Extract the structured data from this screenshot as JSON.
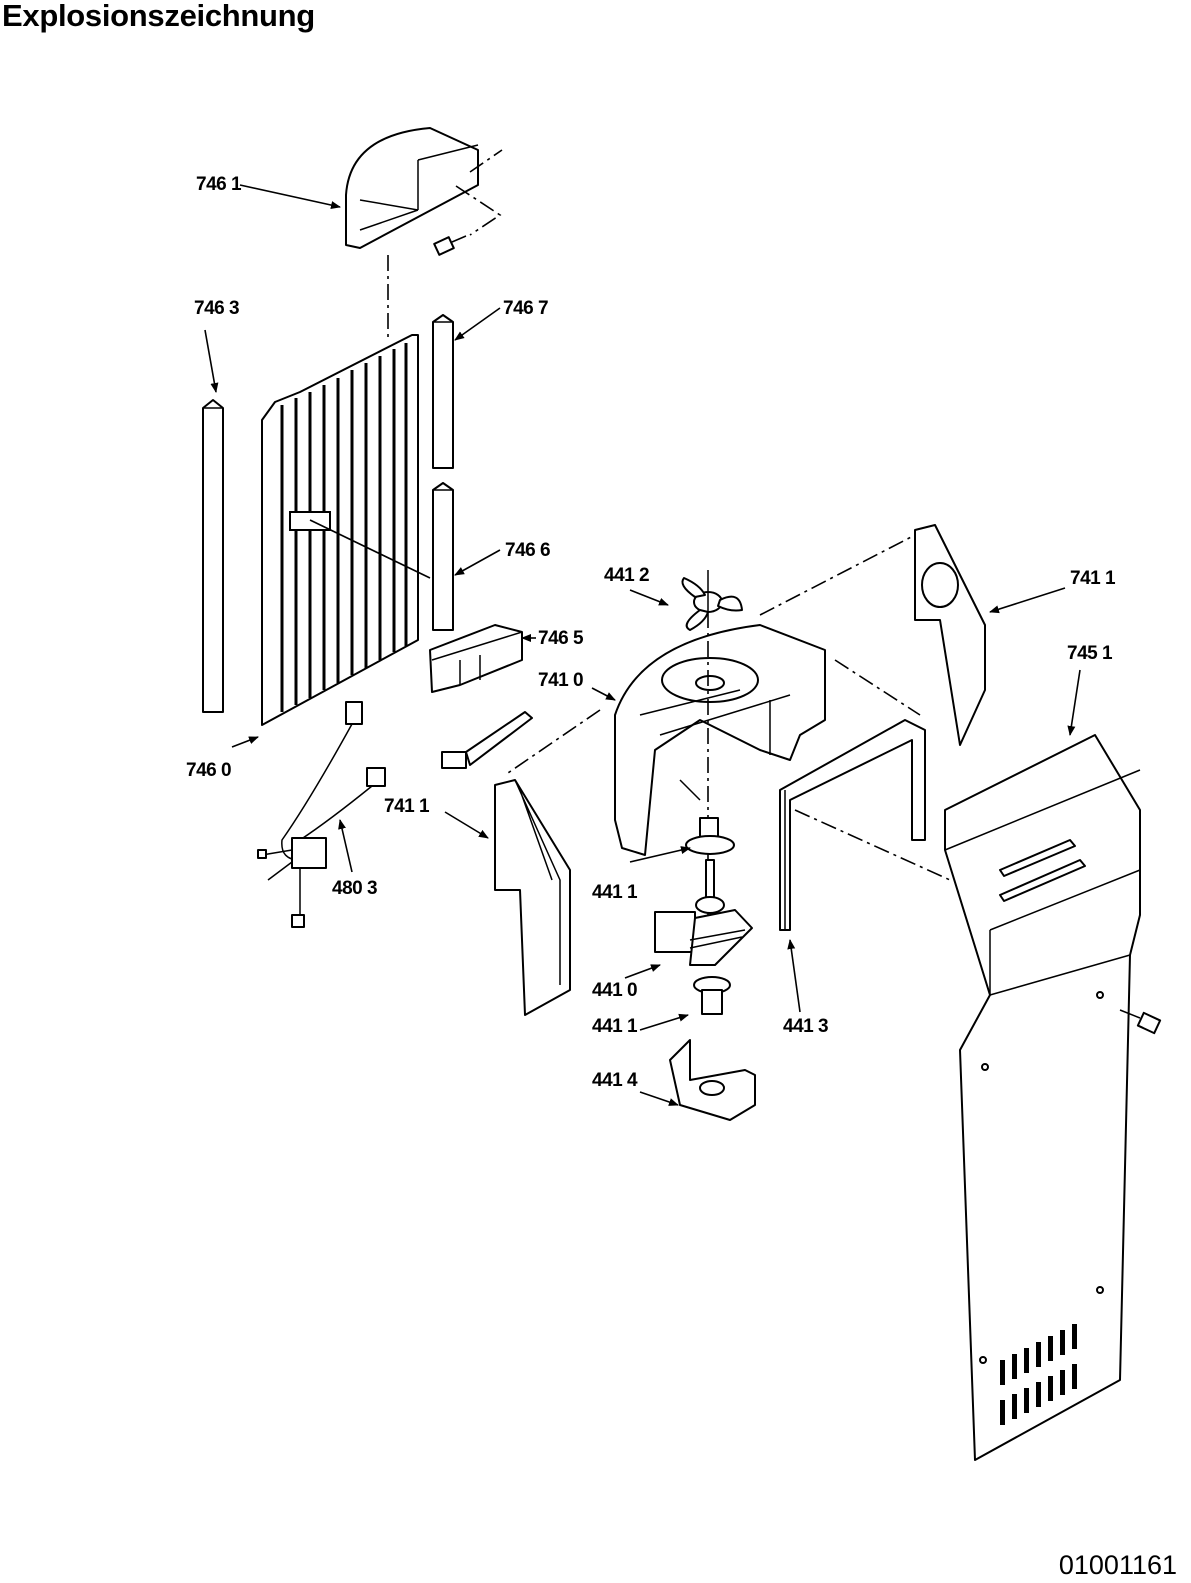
{
  "header": {
    "title": "Explosionszeichnung"
  },
  "footer": {
    "document_number": "01001161"
  },
  "labels": [
    {
      "id": "7461",
      "text": "746 1"
    },
    {
      "id": "7463",
      "text": "746 3"
    },
    {
      "id": "7467",
      "text": "746 7"
    },
    {
      "id": "7466",
      "text": "746 6"
    },
    {
      "id": "7465",
      "text": "746 5"
    },
    {
      "id": "7460",
      "text": "746  0"
    },
    {
      "id": "4412",
      "text": "441 2"
    },
    {
      "id": "7410",
      "text": "741 0"
    },
    {
      "id": "7411a",
      "text": "741 1"
    },
    {
      "id": "7411b",
      "text": "741 1"
    },
    {
      "id": "7451",
      "text": "745 1"
    },
    {
      "id": "4803",
      "text": "480 3"
    },
    {
      "id": "4411a",
      "text": "441 1"
    },
    {
      "id": "4410",
      "text": "441 0"
    },
    {
      "id": "4411b",
      "text": "441 1"
    },
    {
      "id": "4413",
      "text": "441 3"
    },
    {
      "id": "4414",
      "text": "441 4"
    }
  ]
}
